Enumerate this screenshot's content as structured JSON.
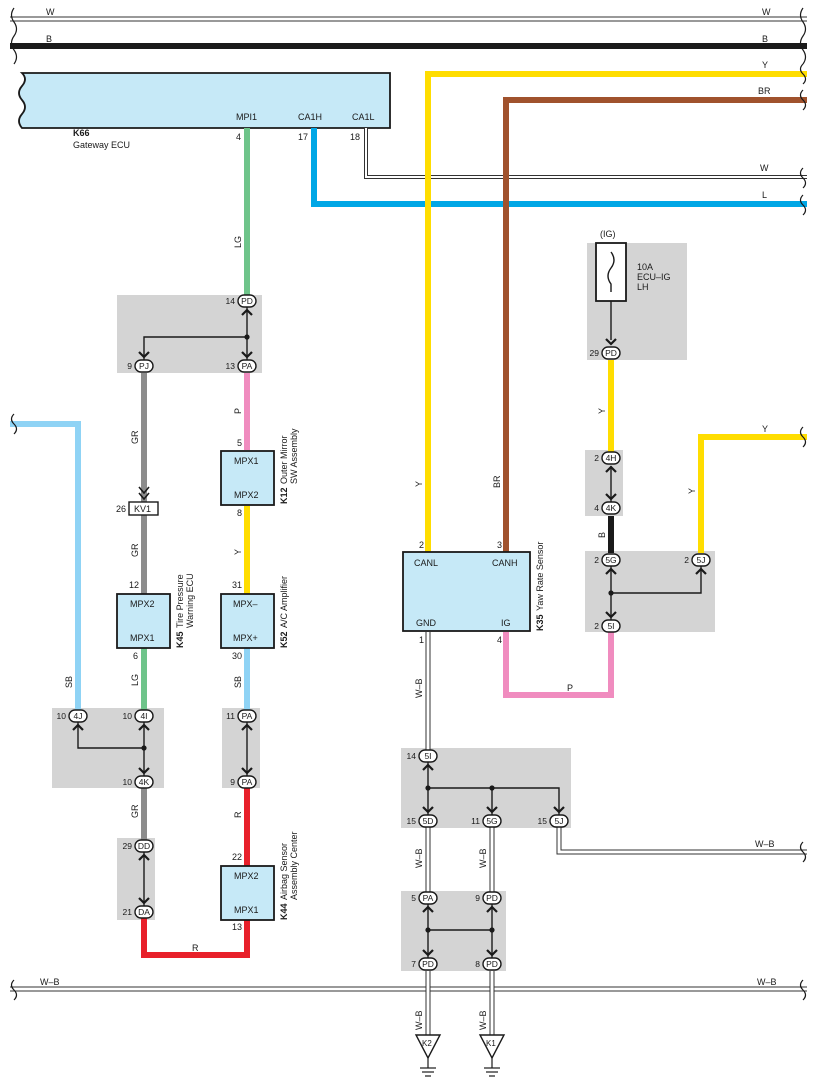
{
  "colors": {
    "W": "#ffffff",
    "B": "#1a1a1a",
    "Y": "#ffdd00",
    "BR": "#a0522d",
    "L": "#00a7e6",
    "LG": "#6ec48a",
    "P": "#f08cbf",
    "GR": "#8c8c8c",
    "SB": "#8fd3f5",
    "R": "#e8202a",
    "WB": "#ffffff",
    "ecu_fill": "#c6e9f7",
    "shade": "#d4d4d4"
  },
  "buses": {
    "w_left": "W",
    "w_right": "W",
    "b_left": "B",
    "b_right": "B",
    "wb_left": "W–B",
    "wb_right": "W–B"
  },
  "gateway": {
    "code": "K66",
    "name": "Gateway ECU",
    "pins": [
      {
        "name": "MPI1",
        "no": "4"
      },
      {
        "name": "CA1H",
        "no": "17"
      },
      {
        "name": "CA1L",
        "no": "18"
      }
    ]
  },
  "right_wires": {
    "y": "Y",
    "br": "BR",
    "w": "W",
    "l": "L",
    "y2": "Y",
    "wb": "W–B"
  },
  "wire_labels": {
    "lg1": "LG",
    "p1": "P",
    "gr1": "GR",
    "gr2": "GR",
    "y1": "Y",
    "sb1": "SB",
    "sb2": "SB",
    "lg2": "LG",
    "gr3": "GR",
    "r1": "R",
    "r2": "R",
    "y_left": "Y",
    "br_mid": "BR",
    "y_right": "Y",
    "y_far": "Y",
    "b1": "B",
    "p2": "P",
    "wb1": "W–B",
    "wb2": "W–B",
    "wb3": "W–B",
    "wb4": "W–B",
    "wb5": "W–B"
  },
  "fuse": {
    "supply": "(IG)",
    "rating": "10A",
    "name": "ECU–IG",
    "side": "LH"
  },
  "connectors": {
    "j1": {
      "no": "14",
      "id": "PD"
    },
    "j2": {
      "no": "9",
      "id": "PJ"
    },
    "j3": {
      "no": "13",
      "id": "PA"
    },
    "j4": {
      "no": "10",
      "id": "4J"
    },
    "j5": {
      "no": "10",
      "id": "4I"
    },
    "j6": {
      "no": "10",
      "id": "4K"
    },
    "j7": {
      "no": "11",
      "id": "PA"
    },
    "j8": {
      "no": "9",
      "id": "PA"
    },
    "j9": {
      "no": "29",
      "id": "DD"
    },
    "j10": {
      "no": "21",
      "id": "DA"
    },
    "j11": {
      "no": "29",
      "id": "PD"
    },
    "j12": {
      "no": "2",
      "id": "4H"
    },
    "j13": {
      "no": "4",
      "id": "4K"
    },
    "j14": {
      "no": "2",
      "id": "5G"
    },
    "j15": {
      "no": "2",
      "id": "5J"
    },
    "j16": {
      "no": "2",
      "id": "5I"
    },
    "j17": {
      "no": "14",
      "id": "5I"
    },
    "j18": {
      "no": "15",
      "id": "5D"
    },
    "j19": {
      "no": "11",
      "id": "5G"
    },
    "j20": {
      "no": "15",
      "id": "5J"
    },
    "j21": {
      "no": "5",
      "id": "PA"
    },
    "j22": {
      "no": "9",
      "id": "PD"
    },
    "j23": {
      "no": "7",
      "id": "PD"
    },
    "j24": {
      "no": "8",
      "id": "PD"
    }
  },
  "kv1": {
    "no": "26",
    "id": "KV1"
  },
  "k12": {
    "code": "K12",
    "name1": "Outer Mirror",
    "name2": "SW Assembly",
    "pin_top": "MPX1",
    "pin_bot": "MPX2",
    "no_top": "5",
    "no_bot": "8"
  },
  "k45": {
    "code": "K45",
    "name1": "Tire Pressure",
    "name2": "Warning ECU",
    "pin_top": "MPX2",
    "pin_bot": "MPX1",
    "no_top": "12",
    "no_bot": "6"
  },
  "k52": {
    "code": "K52",
    "name1": "A/C Amplifier",
    "pin_top": "MPX–",
    "pin_bot": "MPX+",
    "no_top": "31",
    "no_bot": "30"
  },
  "k44": {
    "code": "K44",
    "name1": "Airbag Sensor",
    "name2": "Assembly Center",
    "pin_top": "MPX2",
    "pin_bot": "MPX1",
    "no_top": "22",
    "no_bot": "13"
  },
  "k35": {
    "code": "K35",
    "name1": "Yaw Rate Sensor",
    "canl": "CANL",
    "canh": "CANH",
    "gnd": "GND",
    "ig": "IG",
    "no_canl": "2",
    "no_canh": "3",
    "no_gnd": "1",
    "no_ig": "4"
  },
  "grounds": [
    {
      "id": "K2"
    },
    {
      "id": "K1"
    }
  ]
}
